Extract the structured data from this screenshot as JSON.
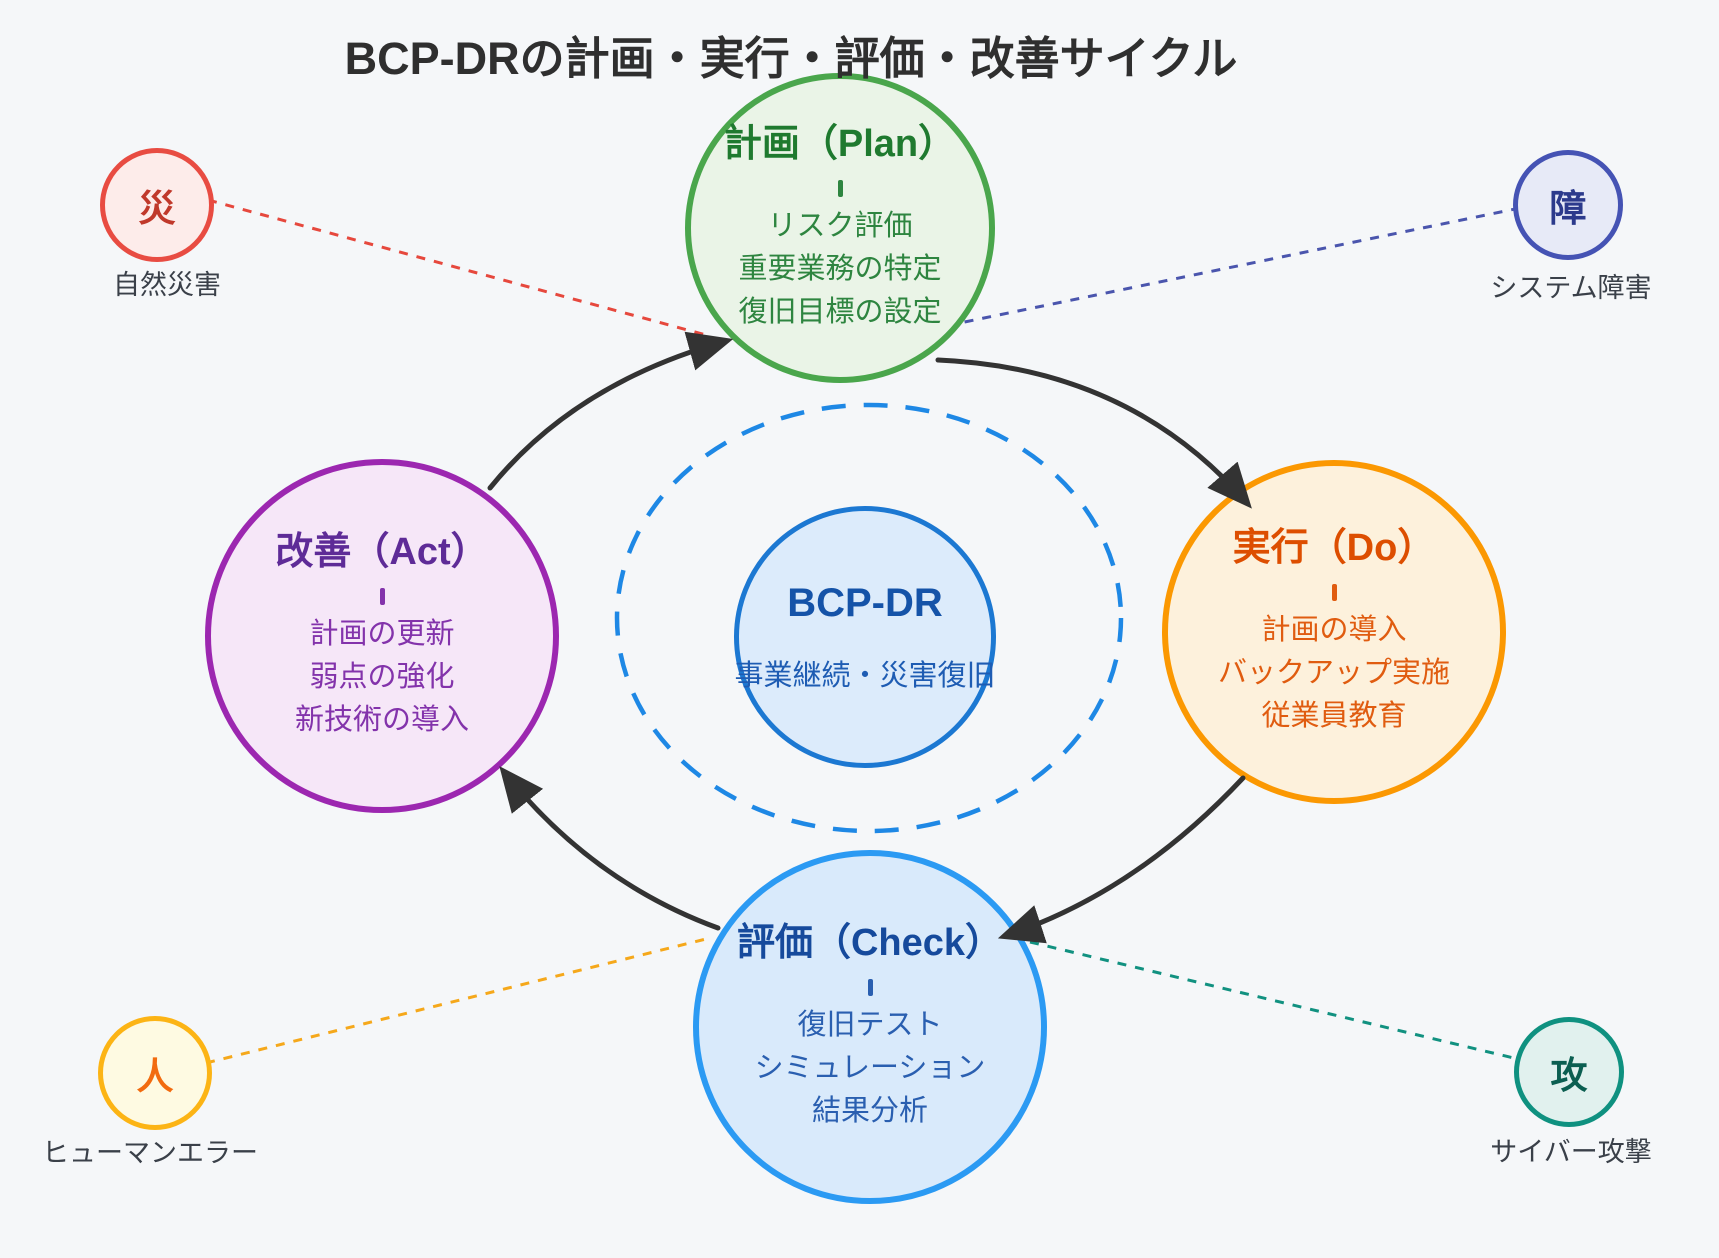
{
  "title": "BCP-DRの計画・実行・評価・改善サイクル",
  "center": {
    "title": "BCP-DR",
    "subtitle": "事業継続・災害復旧"
  },
  "cycle": {
    "plan": {
      "title": "計画（Plan）",
      "items": [
        "リスク評価",
        "重要業務の特定",
        "復旧目標の設定"
      ],
      "color": "#4aa64c",
      "text_color": "#1f7a2f"
    },
    "do": {
      "title": "実行（Do）",
      "items": [
        "計画の導入",
        "バックアップ実施",
        "従業員教育"
      ],
      "color": "#fb9802",
      "text_color": "#dd4e00"
    },
    "check": {
      "title": "評価（Check）",
      "items": [
        "復旧テスト",
        "シミュレーション",
        "結果分析"
      ],
      "color": "#2b9af3",
      "text_color": "#164a9c"
    },
    "act": {
      "title": "改善（Act）",
      "items": [
        "計画の更新",
        "弱点の強化",
        "新技術の導入"
      ],
      "color": "#9c27b0",
      "text_color": "#5e2b97"
    }
  },
  "threats": {
    "disaster": {
      "char": "災",
      "label": "自然災害",
      "color": "#e84c42"
    },
    "failure": {
      "char": "障",
      "label": "システム障害",
      "color": "#4553b4"
    },
    "human": {
      "char": "人",
      "label": "ヒューマンエラー",
      "color": "#fcb415"
    },
    "attack": {
      "char": "攻",
      "label": "サイバー攻撃",
      "color": "#0f9180"
    }
  },
  "colors": {
    "background": "#f5f7f9",
    "arrow": "#333333",
    "dashed_ring": "#1e88e5",
    "center_border": "#1c78d2"
  }
}
